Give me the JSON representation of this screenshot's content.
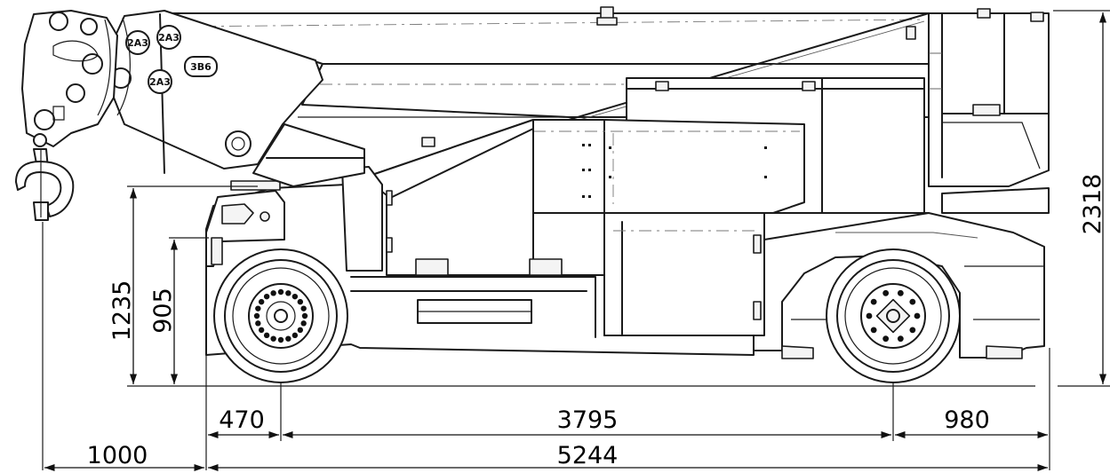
{
  "dimensions": {
    "height_total": "2318",
    "height_platform": "1235",
    "height_deck": "905",
    "front_overhang": "470",
    "wheelbase": "3795",
    "rear_overhang": "980",
    "hook_overhang": "1000",
    "overall_length": "5244"
  },
  "badges": {
    "boom_large": "3B6",
    "boom_small_1": "2A3",
    "boom_small_2": "2A3",
    "boom_small_3": "2A3"
  }
}
